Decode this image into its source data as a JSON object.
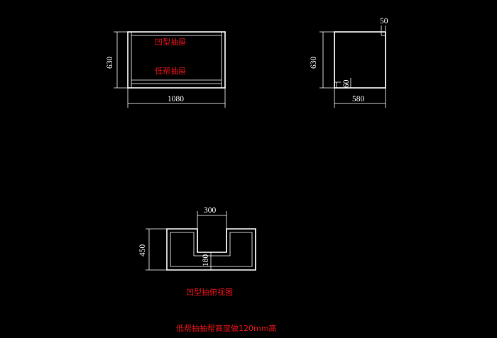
{
  "drawing": {
    "background_color": "#000000",
    "line_color": "#ffffff",
    "annotation_color": "#e8141b"
  },
  "front_view": {
    "labels": {
      "upper_drawer": "凹型抽屉",
      "lower_drawer": "低帮抽屉"
    },
    "dimensions": {
      "width": "1080",
      "height": "630"
    }
  },
  "side_view": {
    "dimensions": {
      "top_offset": "50",
      "height": "630",
      "bottom_offset": "60",
      "depth": "580"
    }
  },
  "plan_view": {
    "title": "凹型抽俯视图",
    "dimensions": {
      "notch_width": "300",
      "height": "450",
      "notch_bottom": "180"
    }
  },
  "note": {
    "text": "低帮抽抽帮高度做120mm高"
  }
}
